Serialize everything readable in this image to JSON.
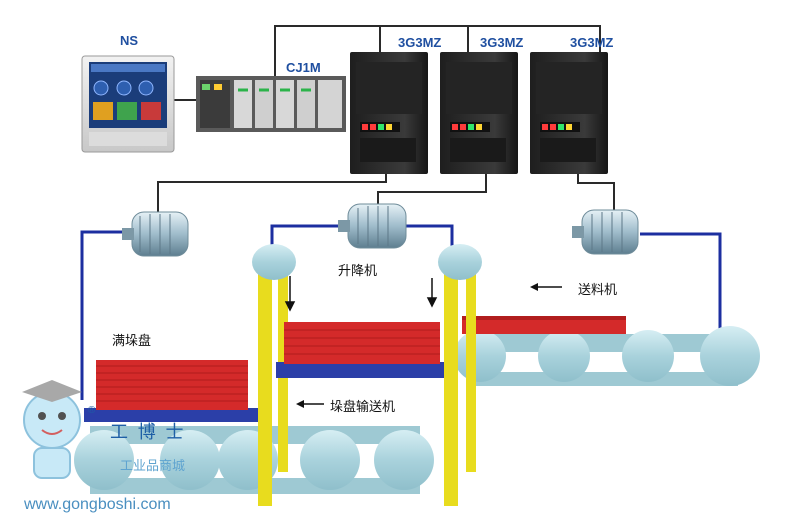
{
  "labels": {
    "ns": "NS",
    "plc": "CJ1M",
    "inverter_1": "3G3MZ",
    "inverter_2": "3G3MZ",
    "inverter_3": "3G3MZ",
    "full_tray": "满垛盘",
    "lift": "升降机",
    "feeder": "送料机",
    "tray_conveyor": "垛盘输送机"
  },
  "watermark": {
    "brand": "工 博 士",
    "registered": "®",
    "mall": "工业品商城",
    "url": "www.gongboshi.com"
  },
  "colors": {
    "wire": "#2a2a2a",
    "motor_wire": "#1c2fa0",
    "pallet_red": "#d42a2a",
    "belt_blue": "#2b3fa8",
    "roller": "#b8dbe3",
    "frame_yellow": "#e8dc1e",
    "inverter_body": "#2b2b2b"
  }
}
